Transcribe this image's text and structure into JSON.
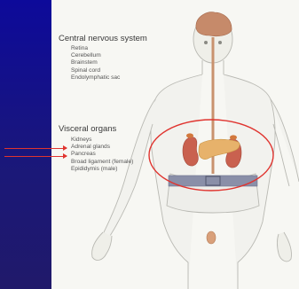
{
  "sections": {
    "cns": {
      "heading": "Central nervous system",
      "items": [
        "Retina",
        "Cerebellum",
        "Brainstem",
        "Spinal cord",
        "Endolymphatic sac"
      ]
    },
    "visceral": {
      "heading": "Visceral organs",
      "items": [
        "Kidneys",
        "Adrenal glands",
        "Pancreas",
        "Broad ligament (female)",
        "Epididymis (male)"
      ]
    }
  },
  "colors": {
    "slide_background": "#1d1a7e",
    "panel": "#f7f7f3",
    "highlight": "#e0342f",
    "kidney": "#c9614f",
    "pancreas": "#e7b26b"
  }
}
